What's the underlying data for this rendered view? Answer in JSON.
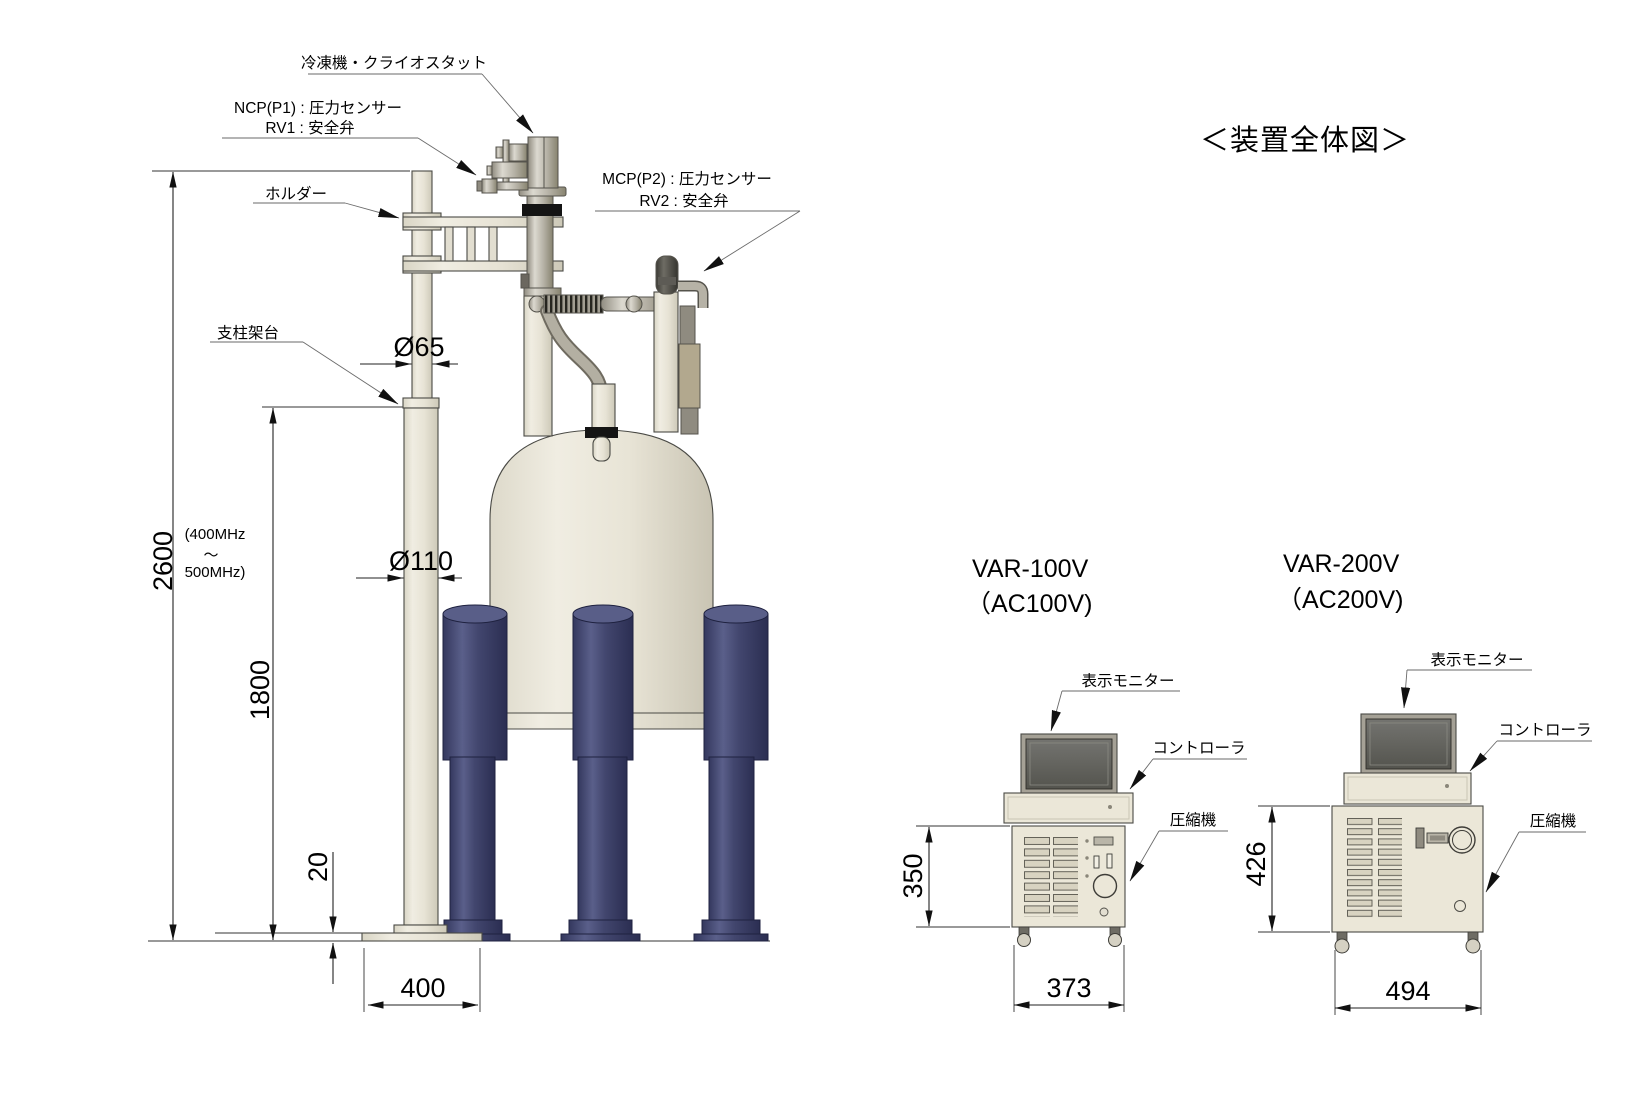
{
  "title": "＜装置全体図＞",
  "colors": {
    "cream": "#e9e5d8",
    "navy": "#42466e",
    "metal": "#b6b2a6",
    "panel": "#ebe7d8",
    "screen": "#63635d",
    "line": "#222222"
  },
  "apparatus": {
    "callouts": {
      "cryostat": "冷凍機・クライオスタット",
      "pressure1": "NCP(P1) : 圧力センサー",
      "relief1": "RV1 : 安全弁",
      "holder": "ホルダー",
      "pressure2": "MCP(P2) : 圧力センサー",
      "relief2": "RV2 : 安全弁",
      "stand": "支柱架台"
    },
    "dims": {
      "total_height": "2600",
      "freq_line1": "(400MHz",
      "freq_line2": "～",
      "freq_line3": "500MHz)",
      "stand_height": "1800",
      "dia_upper": "Ø65",
      "dia_lower": "Ø110",
      "plate_thickness": "20",
      "base_width": "400"
    }
  },
  "var100": {
    "model": "VAR-100V",
    "ac": "（AC100V)",
    "monitor_label": "表示モニター",
    "controller_label": "コントローラ",
    "compressor_label": "圧縮機",
    "height": "350",
    "width": "373"
  },
  "var200": {
    "model": "VAR-200V",
    "ac": "（AC200V)",
    "monitor_label": "表示モニター",
    "controller_label": "コントローラ",
    "compressor_label": "圧縮機",
    "height": "426",
    "width": "494"
  }
}
